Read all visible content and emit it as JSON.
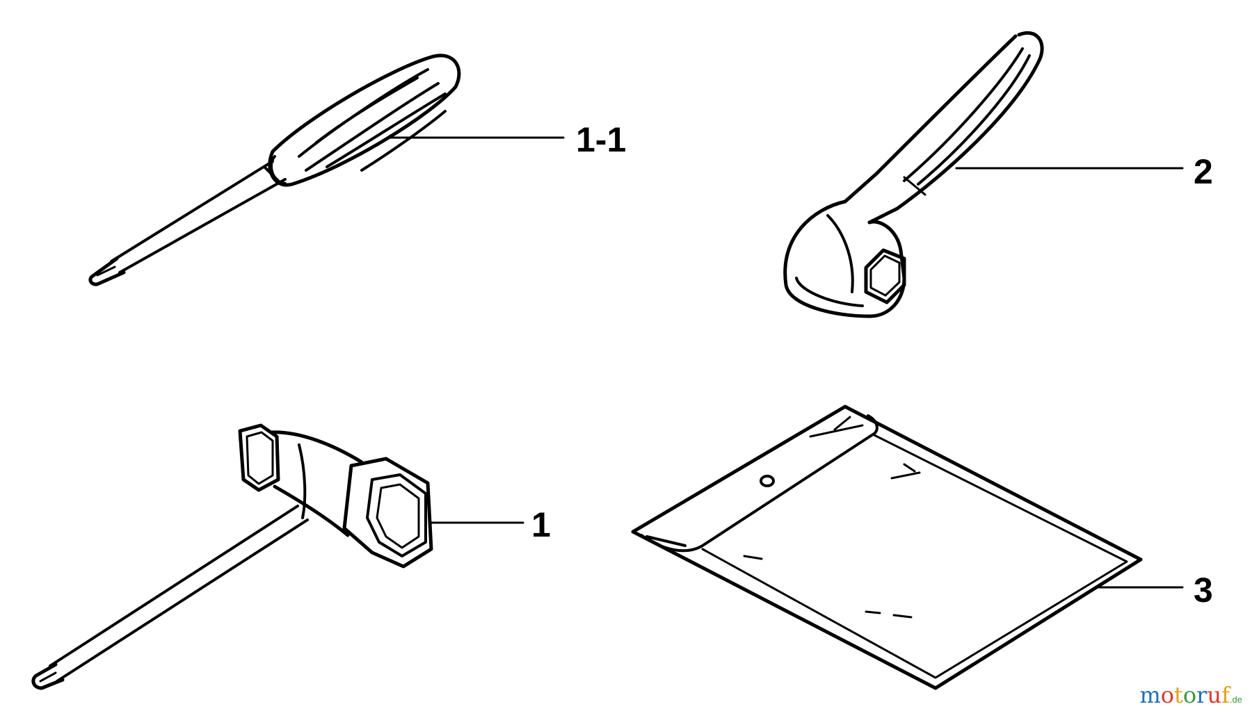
{
  "callouts": {
    "screwdriver": "1-1",
    "plug_wrench": "1",
    "box_wrench": "2",
    "tool_bag": "3"
  },
  "watermark": {
    "parts": [
      {
        "text": "m",
        "color": "#1e6fb8"
      },
      {
        "text": "o",
        "color": "#d83b2a"
      },
      {
        "text": "t",
        "color": "#e2a01c"
      },
      {
        "text": "o",
        "color": "#3a9a3a"
      },
      {
        "text": "r",
        "color": "#1e6fb8"
      },
      {
        "text": "u",
        "color": "#d83b2a"
      },
      {
        "text": "f",
        "color": "#e2a01c"
      }
    ],
    "suffix": ".de",
    "suffix_color": "#3a9a3a"
  }
}
